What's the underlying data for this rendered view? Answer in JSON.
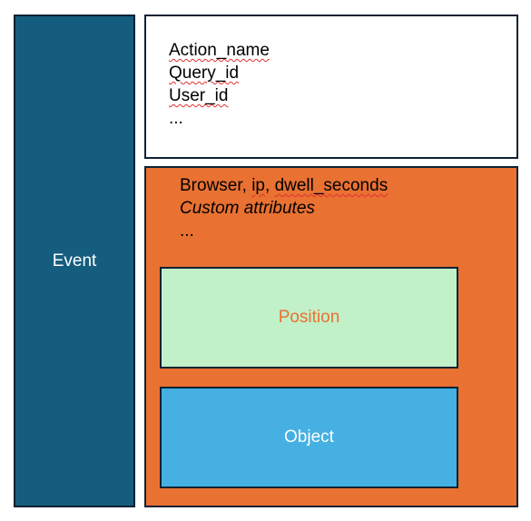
{
  "event": {
    "label": "Event",
    "fill": "#155d7f"
  },
  "fields": {
    "lines": [
      "Action_name",
      "Query_id",
      "User_id",
      "..."
    ]
  },
  "context": {
    "fill": "#e97132",
    "line1": "Browser, ip, dwell_seconds",
    "line2": "Custom attributes",
    "line3": "..."
  },
  "position": {
    "label": "Position",
    "fill": "#c2f0c8"
  },
  "object": {
    "label": "Object",
    "fill": "#45b0e1"
  }
}
